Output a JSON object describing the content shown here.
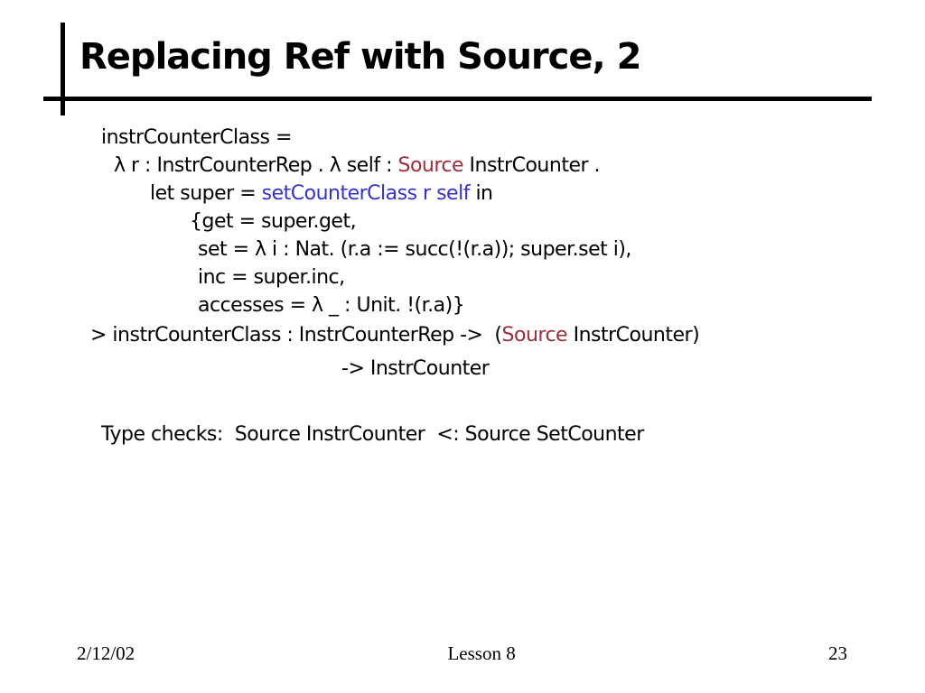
{
  "slide": {
    "title": "Replacing Ref with Source, 2",
    "background": "#ffffff",
    "colors": {
      "text": "#000000",
      "keyword_red": "#9B2D3C",
      "keyword_blue": "#3533CB"
    }
  },
  "code_lines": [
    {
      "indent": 112,
      "spans": [
        {
          "t": "instrCounterClass =",
          "c": "black"
        }
      ]
    },
    {
      "indent": 126,
      "spans": [
        {
          "t": "λ r : InstrCounterRep . λ self : ",
          "c": "black"
        },
        {
          "t": "Source",
          "c": "red"
        },
        {
          "t": " InstrCounter .",
          "c": "black"
        }
      ]
    },
    {
      "indent": 166,
      "spans": [
        {
          "t": "let super = ",
          "c": "black"
        },
        {
          "t": "setCounterClass r self",
          "c": "blue"
        },
        {
          "t": " in",
          "c": "black"
        }
      ]
    },
    {
      "indent": 210,
      "spans": [
        {
          "t": "{get = super.get,",
          "c": "black"
        }
      ]
    },
    {
      "indent": 219,
      "spans": [
        {
          "t": "set = λ i : Nat. (r.a := succ(!(r.a)); super.set i),",
          "c": "black"
        }
      ]
    },
    {
      "indent": 219,
      "spans": [
        {
          "t": "inc = super.inc,",
          "c": "black"
        }
      ]
    },
    {
      "indent": 219,
      "spans": [
        {
          "t": "accesses = λ _ : Unit. !(r.a)}",
          "c": "black"
        }
      ]
    },
    {
      "indent": 100,
      "margin_top": 2,
      "spans": [
        {
          "t": "> instrCounterClass : InstrCounterRep ->  (",
          "c": "black"
        },
        {
          "t": "Source",
          "c": "red"
        },
        {
          "t": " InstrCounter)",
          "c": "black"
        }
      ]
    },
    {
      "indent": 378,
      "margin_top": 6,
      "spans": [
        {
          "t": "-> InstrCounter",
          "c": "black"
        }
      ]
    },
    {
      "indent": 112,
      "margin_top": 42,
      "spans": [
        {
          "t": "Type checks:  Source InstrCounter  <: Source SetCounter",
          "c": "black"
        }
      ]
    }
  ],
  "footer": {
    "date": "2/12/02",
    "lesson": "Lesson 8",
    "page_number": "23"
  }
}
